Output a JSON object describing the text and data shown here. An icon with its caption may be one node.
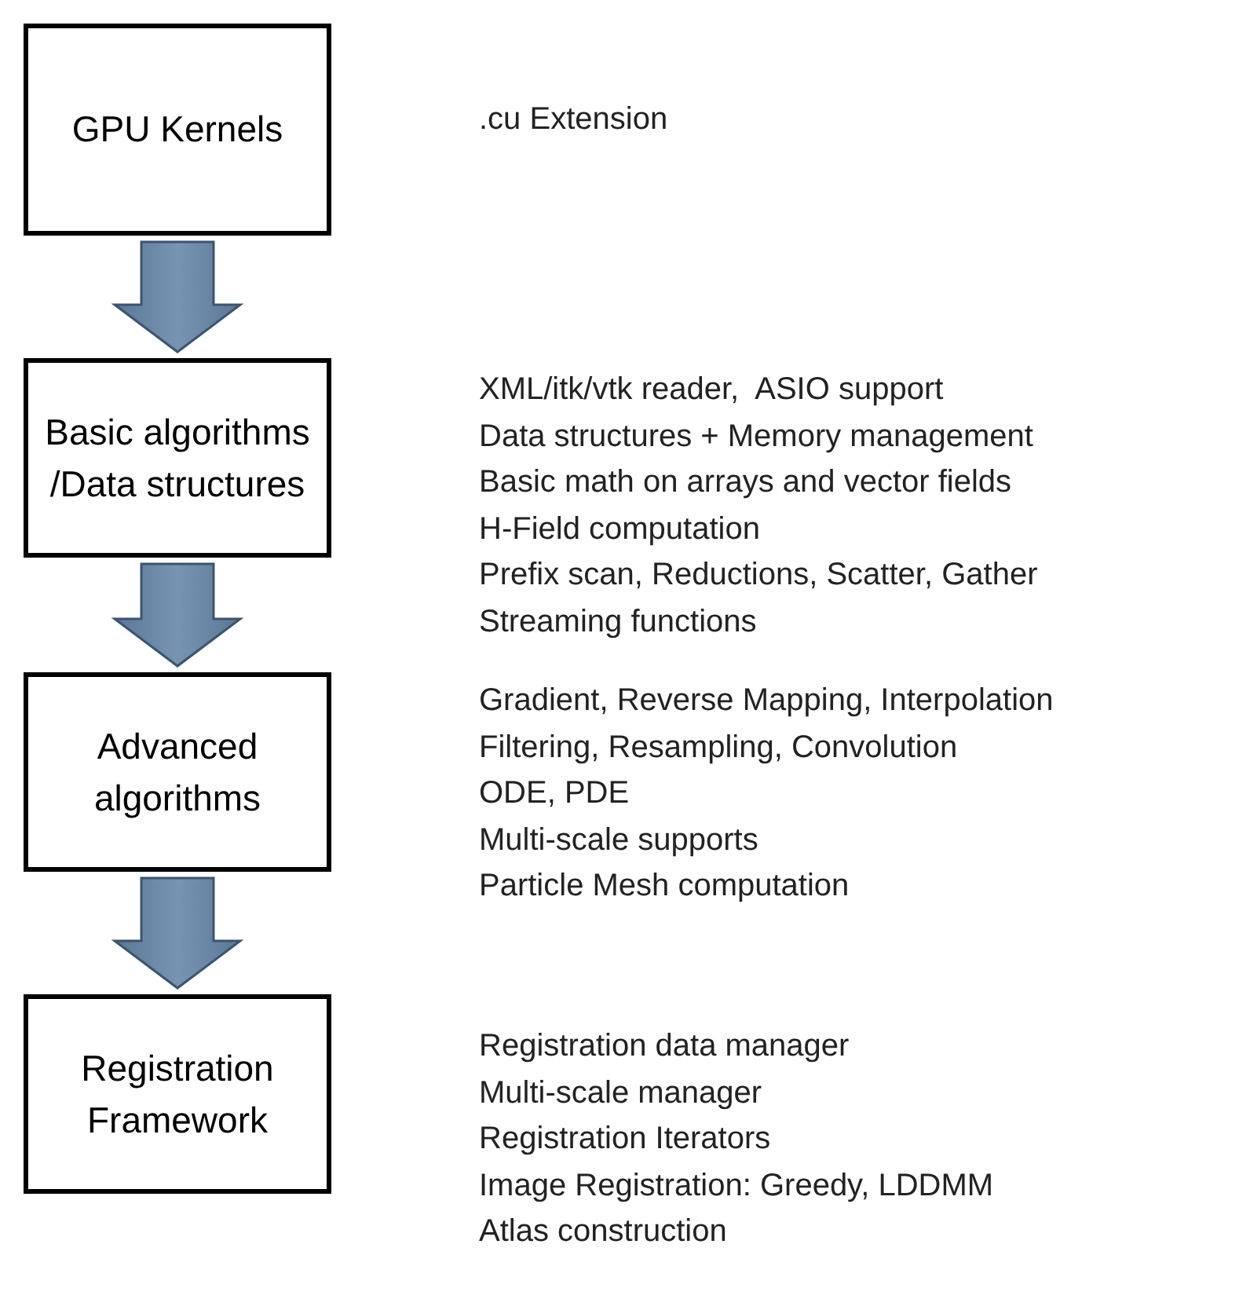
{
  "diagram": {
    "nodes": [
      {
        "text": [
          "GPU Kernels"
        ]
      },
      {
        "text": [
          "Basic algorithms /Data structures"
        ],
        "beside": [
          "XML/itk/vtk reader,  ASIO support",
          "Data structures + Memory management",
          "Basic math on arrays and vector fields",
          "H-Field computation",
          "Prefix scan, Reductions, Scatter, Gather",
          "Streaming functions"
        ]
      },
      {
        "text": [
          "Advanced algorithms"
        ],
        "beside": [
          "Gradient, Reverse Mapping, Interpolation",
          "Filtering, Resampling, Convolution",
          "ODE, PDE",
          "Multi-scale supports",
          "Particle Mesh computation"
        ]
      },
      {
        "text": [
          "Registration Framework"
        ],
        "beside": [
          "Registration data manager",
          "Multi-scale manager",
          "Registration Iterators",
          "Image Registration: Greedy, LDDMM",
          "Atlas construction"
        ]
      }
    ],
    "edges": [
      {
        "from": 0,
        "to": 1,
        "arrow": "to"
      },
      {
        "from": 1,
        "to": 2,
        "arrow": "to"
      },
      {
        "from": 2,
        "to": 3,
        "arrow": "to"
      }
    ],
    "labels": [
      ".cu Extension"
    ]
  }
}
